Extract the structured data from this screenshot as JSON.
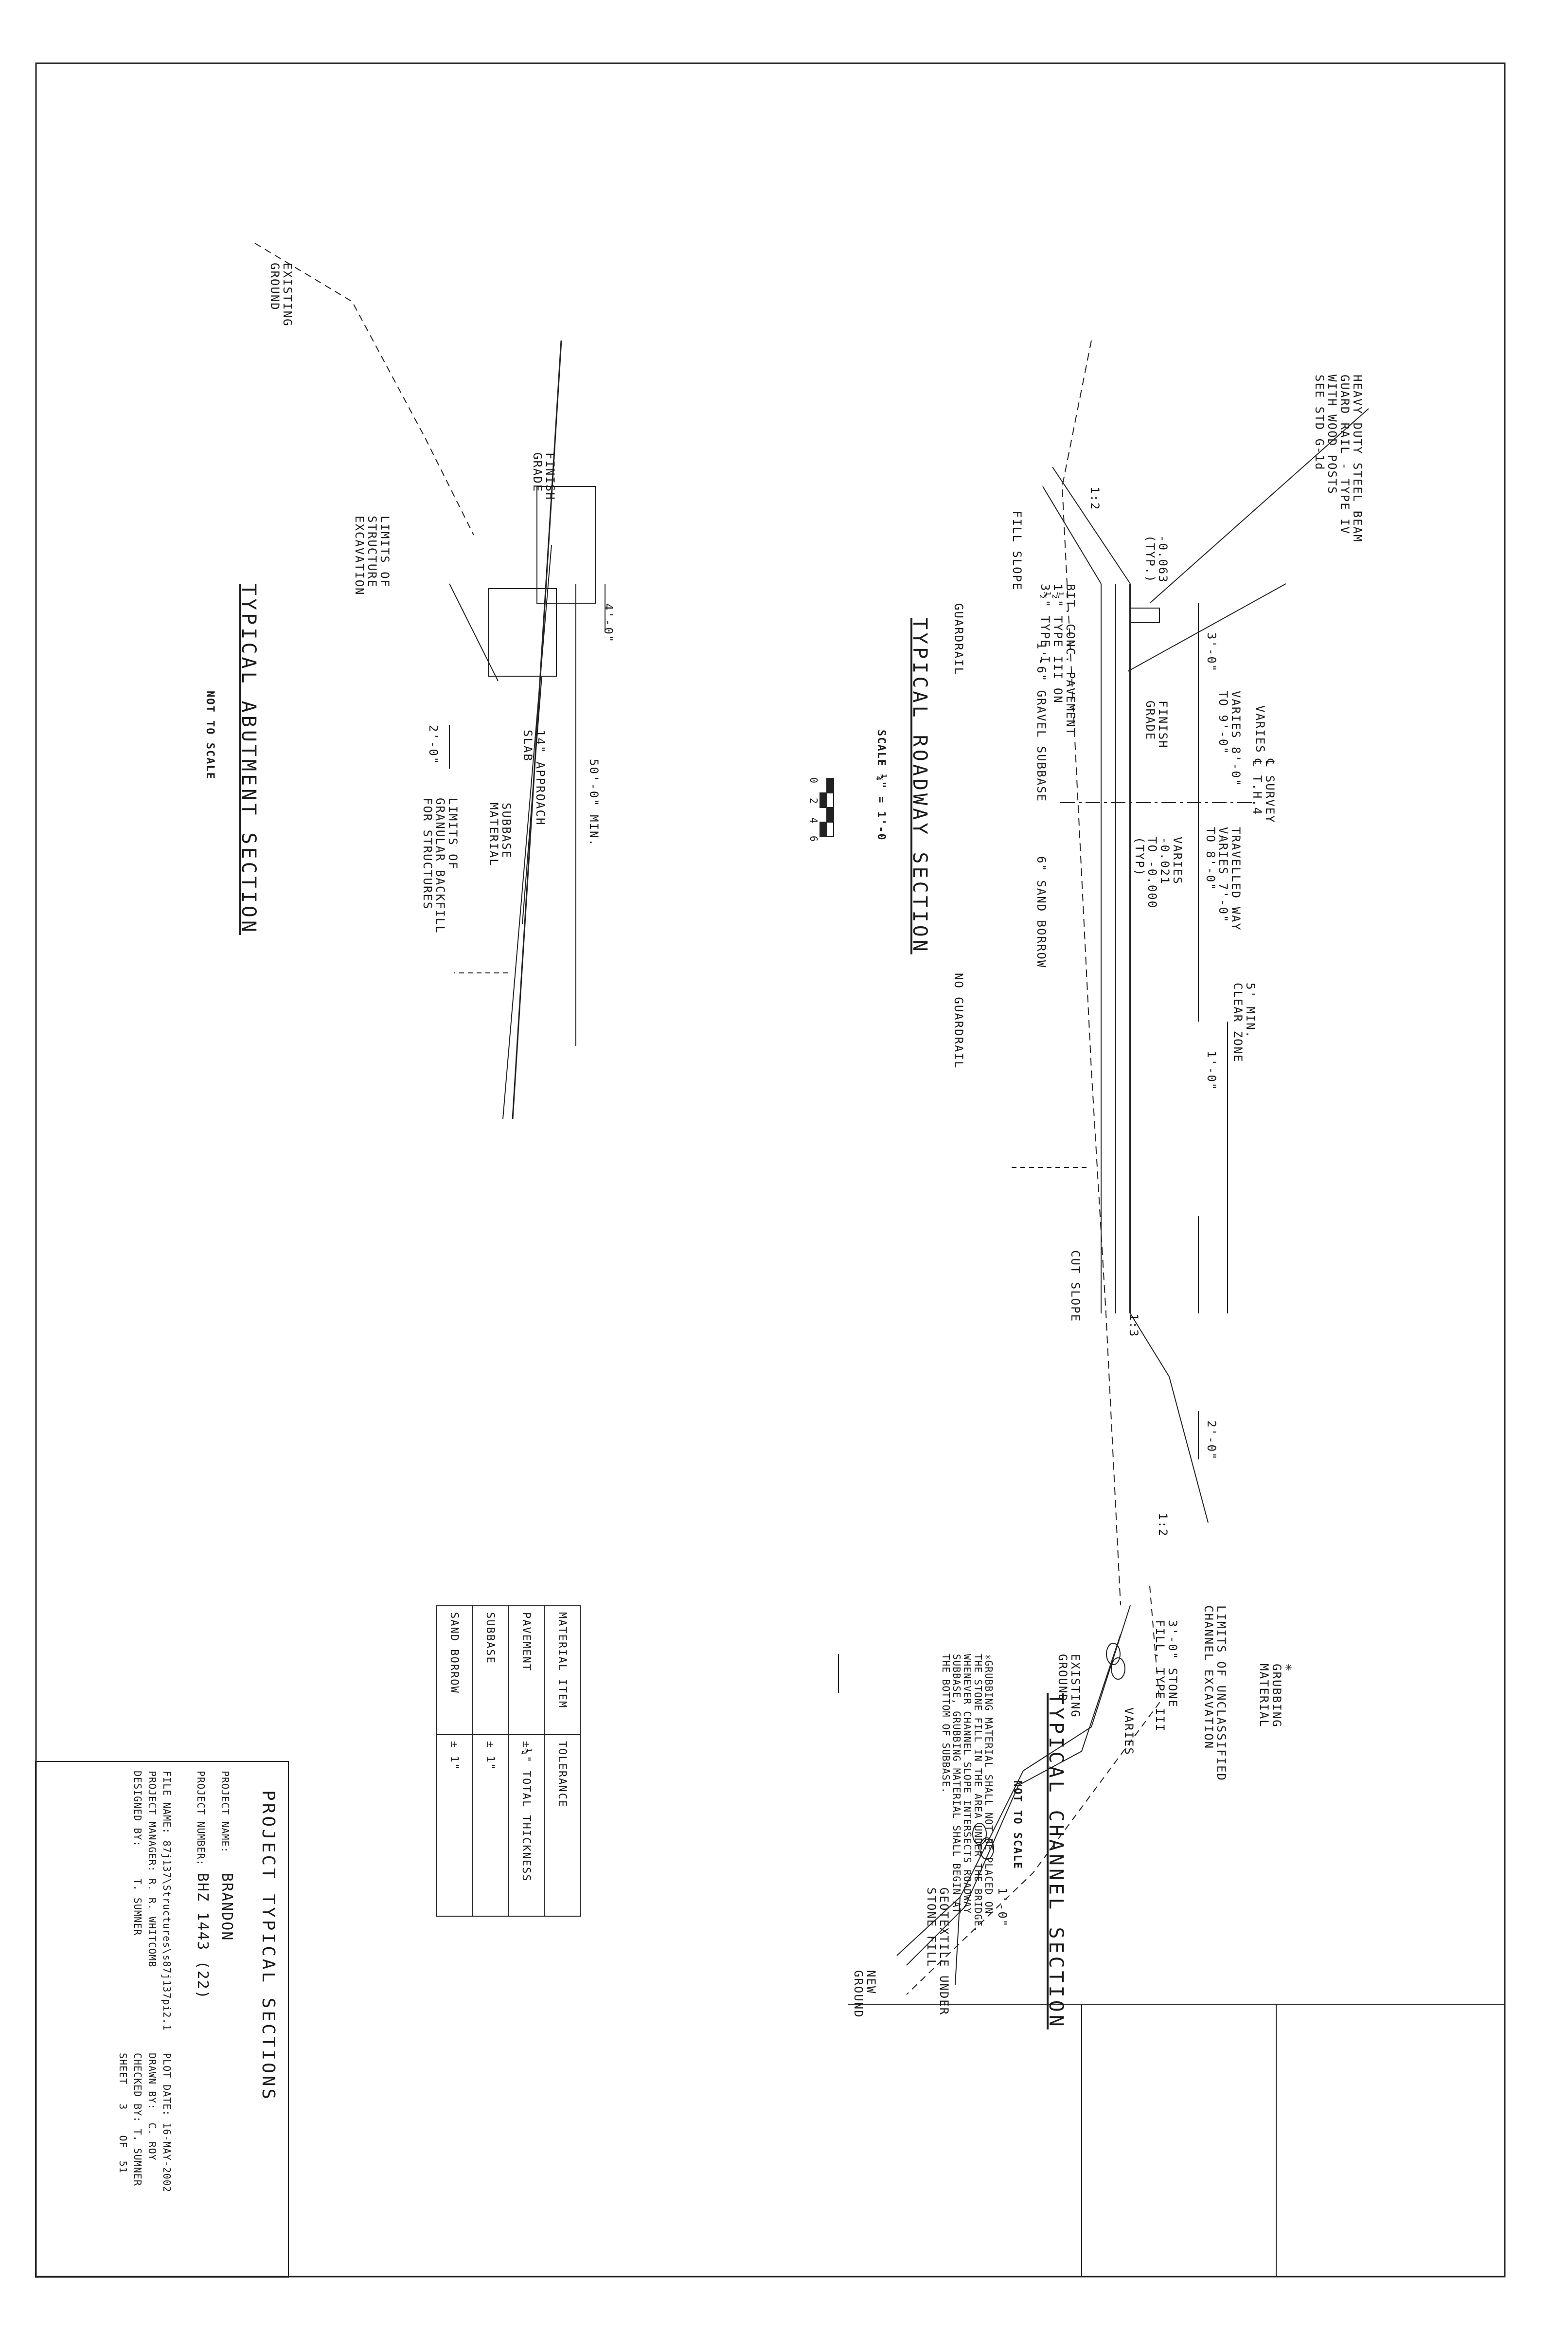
{
  "roadway": {
    "title": "TYPICAL ROADWAY SECTION",
    "scale": "SCALE ¼\" = 1'-0",
    "scale_ticks": [
      "0",
      "2",
      "4",
      "6"
    ],
    "labels": {
      "guardrail_note": "HEAVY DUTY STEEL BEAM\nGUARD RAIL - TYPE IV\nWITH WOOD POSTS\nSEE STD G-1d",
      "fill_slope": "FILL SLOPE",
      "cut_slope": "CUT SLOPE",
      "slope_left": "1:2",
      "slope_right_a": "1:3",
      "slope_right_b": "1:2",
      "cross_slope_left": "-0.063\n(TYP.)",
      "pavement": "BIT. CONC. PAVEMENT\n1½\" TYPE III ON\n3½\" TYPE I",
      "gravel": "1'-6\" GRAVEL SUBBASE",
      "guardrail_side": "GUARDRAIL",
      "no_guardrail": "NO GUARDRAIL",
      "sand_borrow": "6\" SAND BORROW",
      "shoulder_left": "3'-0\"",
      "varies_shoulder": "VARIES 8'-0\"\nTO 9'-0\"",
      "finish_grade": "FINISH\nGRADE",
      "varies_top": "VARIES",
      "survey": "℄ SURVEY\n℄ T.H.4",
      "travelled_way": "TRAVELLED WAY\nVARIES 7'-0\"\nTO 8'-0\"",
      "cross_slope_right": "VARIES\n-0.021\nTO -0.000\n(TYP)",
      "clear_zone": "5' MIN.\nCLEAR ZONE",
      "one_foot": "1'-0\"",
      "two_foot": "2'-0\""
    }
  },
  "abutment": {
    "title": "TYPICAL ABUTMENT SECTION",
    "scale": "NOT TO SCALE",
    "labels": {
      "existing_ground": "EXISTING\nGROUND",
      "finish_grade": "FINISH\nGRADE",
      "limits_excavation": "LIMITS OF\nSTRUCTURE\nEXCAVATION",
      "four_foot": "4'-0\"",
      "two_foot": "2'-0\"",
      "approach_slab": "14\" APPROACH\nSLAB",
      "fifty_foot": "50'-0\" MIN.",
      "subbase": "SUBBASE\nMATERIAL",
      "granular": "LIMITS OF\nGRANULAR BACKFILL\nFOR STRUCTURES"
    }
  },
  "channel": {
    "title": "TYPICAL CHANNEL SECTION",
    "scale": "NOT TO SCALE",
    "labels": {
      "limits": "LIMITS OF UNCLASSIFIED\nCHANNEL EXCAVATION",
      "stone_fill": "3'-0\" STONE\nFILL, TYPE III",
      "existing_ground": "EXISTING\nGROUND",
      "varies": "VARIES",
      "grubbing": "✳\nGRUBBING\nMATERIAL",
      "one_foot": "1'-0\"",
      "geotextile": "GEOTEXTILE UNDER\nSTONE FILL",
      "new_ground": "NEW\nGROUND"
    },
    "note": "✳GRUBBING MATERIAL SHALL NOT BE PLACED ON\nTHE STONE FILL IN THE AREA UNDER THE BRIDGE.\nWHENEVER CHANNEL SLOPE INTERSECTS ROADWAY\nSUBBASE, GRUBBING MATERIAL SHALL BEGIN AT\nTHE BOTTOM OF SUBBASE."
  },
  "tolerance_table": {
    "headers": [
      "MATERIAL ITEM",
      "TOLERANCE"
    ],
    "rows": [
      [
        "PAVEMENT",
        "±¼\" TOTAL THICKNESS"
      ],
      [
        "SUBBASE",
        "± 1\""
      ],
      [
        "SAND BORROW",
        "± 1\""
      ]
    ]
  },
  "title_block": {
    "sheet_title": "PROJECT TYPICAL SECTIONS",
    "project_name_label": "PROJECT NAME:",
    "project_name": "BRANDON",
    "project_number_label": "PROJECT NUMBER:",
    "project_number": "BHZ 1443 (22)",
    "file_name": "FILE NAME: 87j137\\Structures\\s87j137pi2.1",
    "project_manager": "PROJECT MANAGER: R. R. WHITCOMB",
    "designed_by": "DESIGNED BY:     T. SUMNER",
    "plot_date": "PLOT DATE: 16-MAY-2002",
    "drawn_by": "DRAWN BY:  C. ROY",
    "checked_by": "CHECKED BY: T. SUMNER",
    "sheet": "SHEET   3    OF  51"
  }
}
